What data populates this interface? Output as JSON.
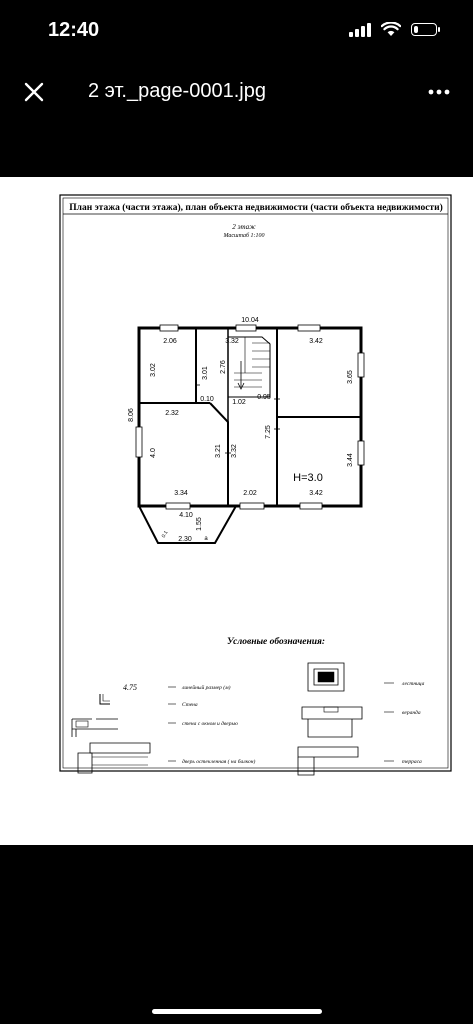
{
  "status": {
    "time": "12:40",
    "battery_level": 0.2
  },
  "header": {
    "title": "2 эт._page-0001.jpg",
    "close_icon": "close-icon",
    "more_icon": "more-horizontal-icon"
  },
  "document": {
    "title": "План этажа (части этажа), план объекта недвижимости (части объекта недвижимости)",
    "floor_label": "2 этаж",
    "scale_label": "Масштаб 1:100",
    "dimensions": {
      "overall_width": "10.04",
      "overall_height": "8.06",
      "r1_top": "2.06",
      "r1_side": "3.02",
      "r1_right": "3.01",
      "stair_top": "3.32",
      "stair_side": "2.76",
      "stair_small1": "1.02",
      "stair_small2": "0.95",
      "r3_top": "3.42",
      "r3_side": "3.65",
      "corr_w": "0.10",
      "r2_top": "2.32",
      "r2_side": "4.0",
      "r2_right": "3.21",
      "r2_bottom": "3.34",
      "hall_side": "3.32",
      "hall_bottom": "2.02",
      "corr_len": "7.25",
      "r4_side": "3.44",
      "r4_bottom": "3.42",
      "ceiling_height": "H=3.0",
      "bay_top": "4.10",
      "bay_side": "1.55",
      "bay_bottom": "2.30",
      "bay_small": "0.1",
      "bay_a": "а"
    },
    "legend": {
      "title": "Условные обозначения:",
      "example_value": "4.75",
      "items": [
        {
          "label": "линейный размер (м)"
        },
        {
          "label": "Стена"
        },
        {
          "label": "стена с окном и дверью"
        },
        {
          "label": "дверь остекленная ( на балкон)"
        },
        {
          "label": "лестница"
        },
        {
          "label": "веранда"
        },
        {
          "label": "терраса"
        }
      ]
    }
  }
}
